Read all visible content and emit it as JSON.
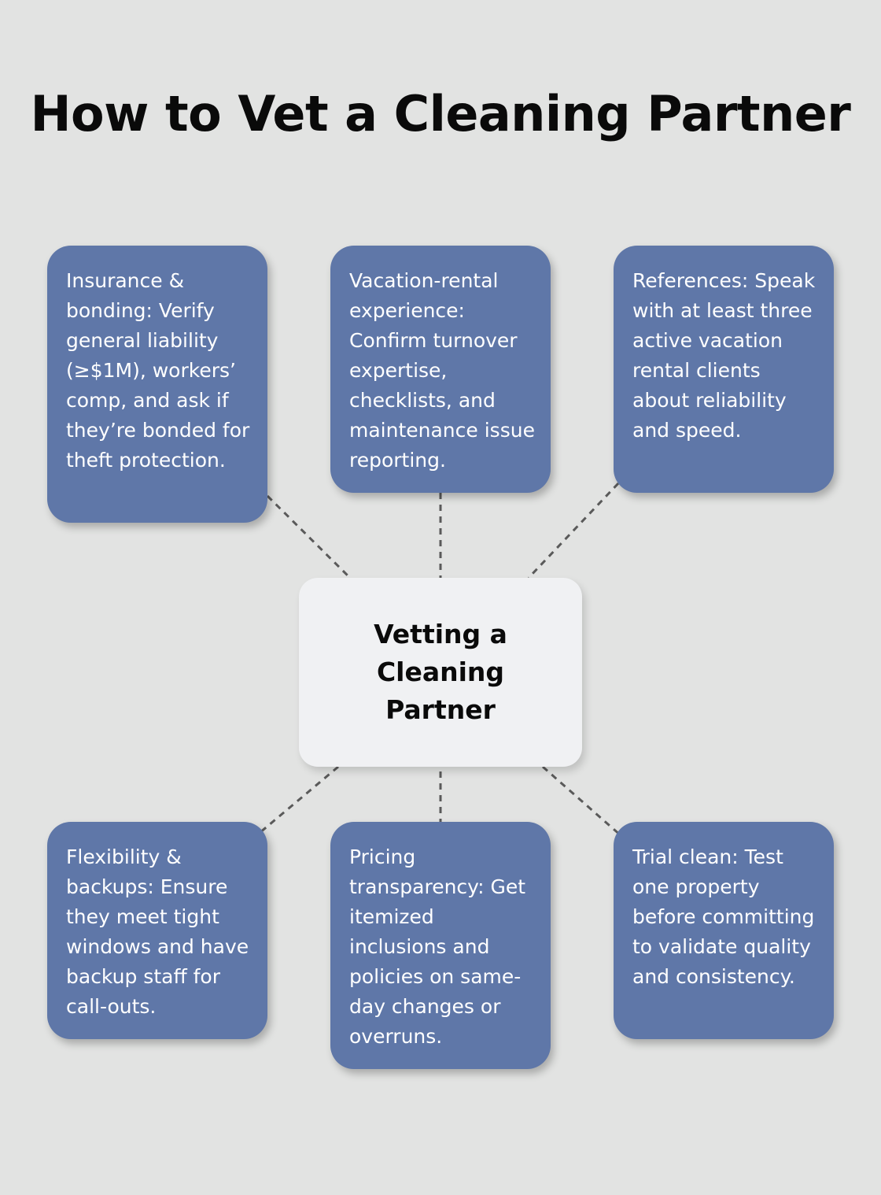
{
  "title": "How to Vet a Cleaning Partner",
  "center": {
    "label": "Vetting a Cleaning Partner"
  },
  "nodes": [
    {
      "text": "Insurance & bonding: Verify general liability (≥$1M), workers’ comp, and ask if they’re bonded for theft protection."
    },
    {
      "text": "Vacation-rental experience: Confirm turnover expertise, checklists, and maintenance issue reporting."
    },
    {
      "text": "References: Speak with at least three active vacation rental clients about reliability and speed."
    },
    {
      "text": "Flexibility & backups: Ensure they meet tight windows and have backup staff for call-outs."
    },
    {
      "text": "Pricing transparency: Get itemized inclusions and policies on same-day changes or overruns."
    },
    {
      "text": "Trial clean: Test one property before committing to validate quality and consistency."
    }
  ],
  "colors": {
    "background": "#e2e3e2",
    "node_fill": "#5f77a8",
    "center_fill": "#f0f1f3",
    "connector": "#5a5a5a"
  }
}
